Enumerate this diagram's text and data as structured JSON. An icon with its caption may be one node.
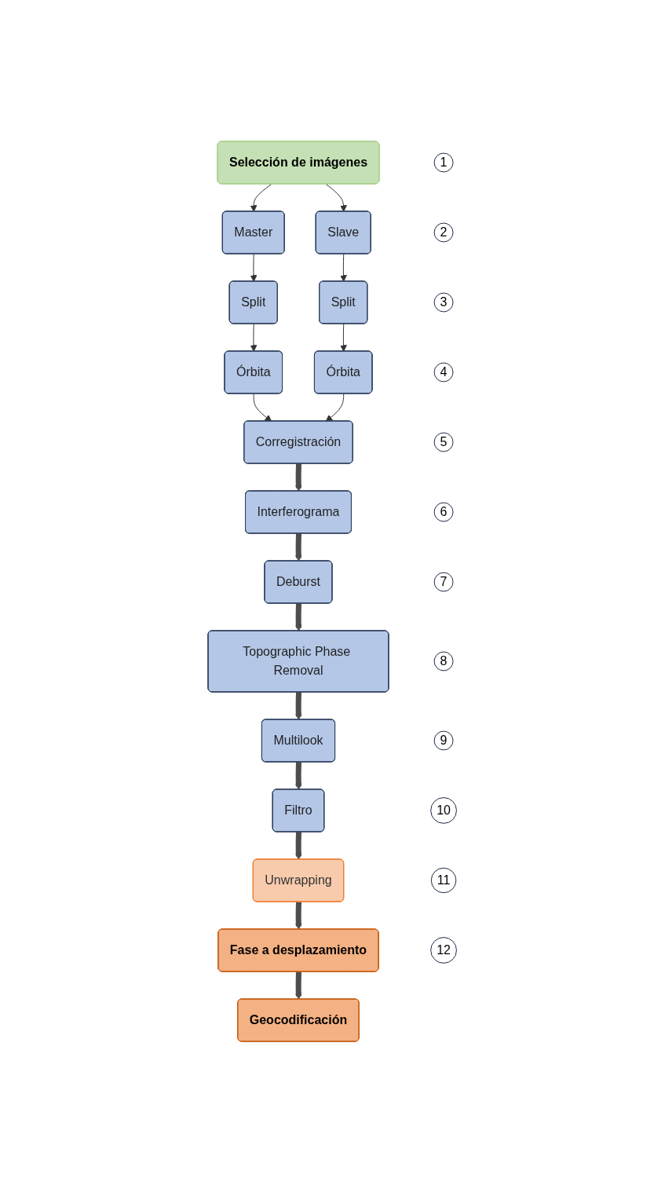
{
  "diagram": {
    "nodes": [
      {
        "text": [
          "Selección de imágenes"
        ]
      },
      {
        "text": [
          "Master"
        ]
      },
      {
        "text": [
          "Slave"
        ]
      },
      {
        "text": [
          "Split"
        ]
      },
      {
        "text": [
          "Split"
        ]
      },
      {
        "text": [
          "Órbita"
        ]
      },
      {
        "text": [
          "Órbita"
        ]
      },
      {
        "text": [
          "Corregistración"
        ]
      },
      {
        "text": [
          "Interferograma"
        ]
      },
      {
        "text": [
          "Deburst"
        ]
      },
      {
        "text": [
          "Topographic Phase Removal"
        ]
      },
      {
        "text": [
          "Multilook"
        ]
      },
      {
        "text": [
          "Filtro"
        ]
      },
      {
        "text": [
          "Unwrapping"
        ]
      },
      {
        "text": [
          "Fase a desplazamiento"
        ]
      },
      {
        "text": [
          "Geocodificación"
        ]
      },
      {
        "text": [
          "1"
        ]
      },
      {
        "text": [
          "2"
        ]
      },
      {
        "text": [
          "3"
        ]
      },
      {
        "text": [
          "4"
        ]
      },
      {
        "text": [
          "5"
        ]
      },
      {
        "text": [
          "6"
        ]
      },
      {
        "text": [
          "7"
        ]
      },
      {
        "text": [
          "8"
        ]
      },
      {
        "text": [
          "9"
        ]
      },
      {
        "text": [
          "10"
        ]
      },
      {
        "text": [
          "11"
        ]
      },
      {
        "text": [
          "12"
        ]
      }
    ],
    "edges": [
      {
        "from": 0,
        "to": 1,
        "arrow": "to"
      },
      {
        "from": 0,
        "to": 2,
        "arrow": "to"
      },
      {
        "from": 1,
        "to": 3,
        "arrow": "to"
      },
      {
        "from": 2,
        "to": 4,
        "arrow": "to"
      },
      {
        "from": 3,
        "to": 5,
        "arrow": "to"
      },
      {
        "from": 4,
        "to": 6,
        "arrow": "to"
      },
      {
        "from": 5,
        "to": 7,
        "arrow": "to"
      },
      {
        "from": 6,
        "to": 7,
        "arrow": "to"
      },
      {
        "from": 7,
        "to": 8,
        "arrow": "to",
        "style": "thick",
        "color": "#4d4d4d"
      },
      {
        "from": 8,
        "to": 9,
        "arrow": "to",
        "style": "thick",
        "color": "#4d4d4d"
      },
      {
        "from": 9,
        "to": 10,
        "arrow": "to",
        "style": "thick",
        "color": "#4d4d4d"
      },
      {
        "from": 10,
        "to": 11,
        "arrow": "to",
        "style": "thick",
        "color": "#4d4d4d"
      },
      {
        "from": 11,
        "to": 12,
        "arrow": "to",
        "style": "thick",
        "color": "#4d4d4d"
      },
      {
        "from": 12,
        "to": 13,
        "arrow": "to",
        "style": "thick",
        "color": "#4d4d4d"
      },
      {
        "from": 13,
        "to": 14,
        "arrow": "to",
        "style": "thick",
        "color": "#4d4d4d"
      },
      {
        "from": 14,
        "to": 15,
        "arrow": "to",
        "style": "thick",
        "color": "#4d4d4d"
      }
    ]
  }
}
